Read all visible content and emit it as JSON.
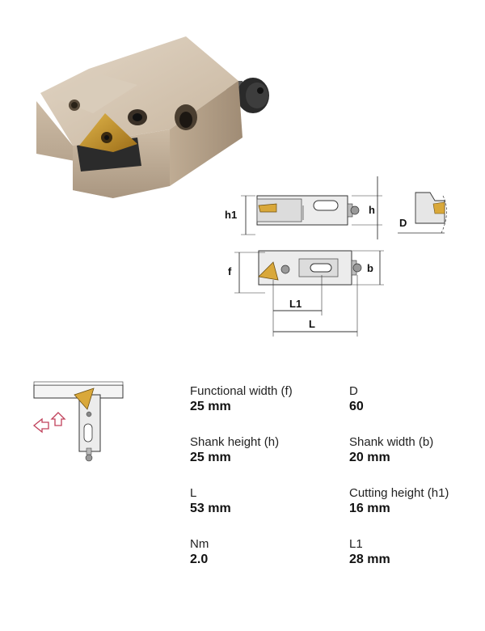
{
  "diagram": {
    "labels": {
      "h1": "h1",
      "h": "h",
      "D": "D",
      "f": "f",
      "b": "b",
      "L1": "L1",
      "L": "L"
    }
  },
  "specs": [
    {
      "label": "Functional width (f)",
      "value": "25 mm"
    },
    {
      "label": "D",
      "value": "60"
    },
    {
      "label": "Shank height (h)",
      "value": "25 mm"
    },
    {
      "label": "Shank width (b)",
      "value": "20 mm"
    },
    {
      "label": "L",
      "value": "53 mm"
    },
    {
      "label": "Cutting height (h1)",
      "value": "16 mm"
    },
    {
      "label": "Nm",
      "value": "2.0"
    },
    {
      "label": "L1",
      "value": "28 mm"
    }
  ],
  "colors": {
    "body": "#c9b8a4",
    "insert": "#c9962a",
    "outline": "#333333",
    "arrow": "#c0405a"
  }
}
